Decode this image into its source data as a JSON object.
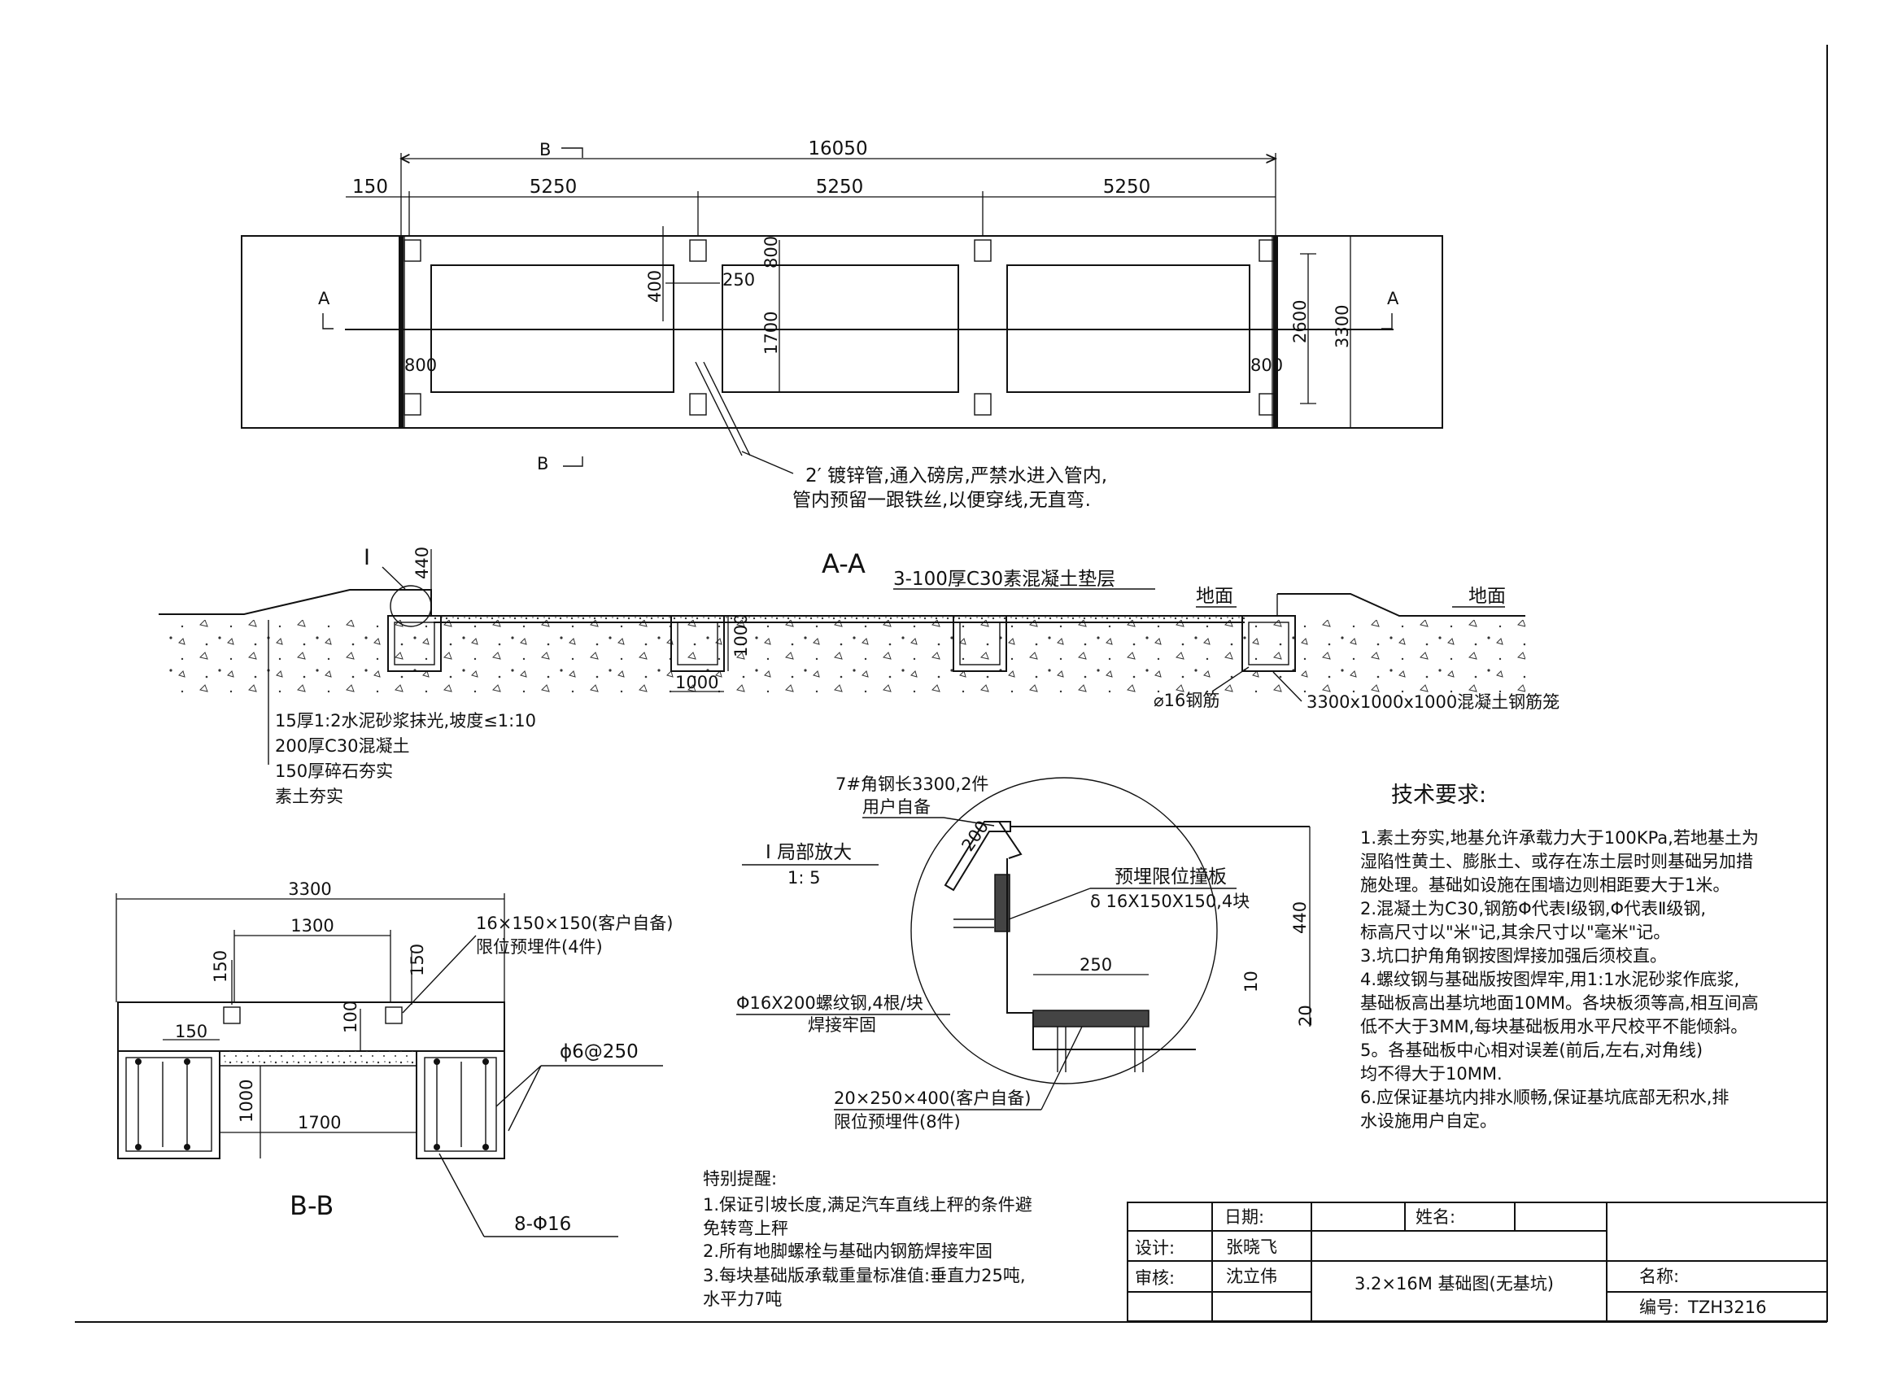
{
  "plan": {
    "dim_total": "16050",
    "dim_offset": "150",
    "dim_span1": "5250",
    "dim_span2": "5250",
    "dim_span3": "5250",
    "dim_400": "400",
    "dim_250": "250",
    "dim_800_top": "800",
    "dim_1700": "1700",
    "dim_800_left": "800",
    "dim_800_right": "800",
    "dim_2600": "2600",
    "dim_3300": "3300",
    "marker_b": "B",
    "marker_a": "A",
    "note_line1": "2′ 镀锌管,通入磅房,严禁水进入管内,",
    "note_line2": "管内预留一跟铁丝,以便穿线,无直弯."
  },
  "section_aa": {
    "title": "A-A",
    "detail_marker": "I",
    "dim_440": "440",
    "dim_1000_h": "1000",
    "dim_1000_w": "1000",
    "pad_label": "3-100厚C30素混凝土垫层",
    "ground_1": "地面",
    "ground_2": "地面",
    "rebar_label": "⌀16钢筋",
    "cage_label": "3300x1000x1000混凝土钢筋笼",
    "layers": [
      "15厚1:2水泥砂浆抹光,坡度≤1:10",
      "200厚C30混凝土",
      "150厚碎石夯实",
      "素土夯实"
    ]
  },
  "section_bb": {
    "title": "B-B",
    "dim_3300": "3300",
    "dim_1300": "1300",
    "dim_150_a": "150",
    "dim_150_b": "150",
    "dim_150_c": "150",
    "dim_100": "100",
    "dim_1000": "1000",
    "dim_1700": "1700",
    "embed_line1": "16×150×150(客户自备)",
    "embed_line2": "限位预埋件(4件)",
    "stirrup_label": "ϕ6@250",
    "rebar_label": "8-Φ16"
  },
  "detail": {
    "title": "I 局部放大",
    "scale": "1: 5",
    "angle_line1": "7#角钢长3300,2件",
    "angle_line2": "用户自备",
    "dim_200": "200",
    "plate_line1": "预埋限位撞板",
    "plate_line2": "δ 16X150X150,4块",
    "dim_440": "440",
    "dim_250": "250",
    "dim_10": "10",
    "dim_20": "20",
    "bolt_line1": "Φ16X200螺纹钢,4根/块",
    "bolt_line2": "焊接牢固",
    "embed_line1": "20×250×400(客户自备)",
    "embed_line2": "限位预埋件(8件)"
  },
  "requirements": {
    "heading": "技术要求:",
    "lines": [
      "1.素土夯实,地基允许承载力大于100KPa,若地基土为",
      "湿陷性黄土、膨胀土、或存在冻土层时则基础另加措",
      "施处理。基础如设施在围墙边则相距要大于1米。",
      "2.混凝土为C30,钢筋Φ代表Ⅰ级钢,Φ代表Ⅱ级钢,",
      "标高尺寸以\"米\"记,其余尺寸以\"毫米\"记。",
      "3.坑口护角角钢按图焊接加强后须校直。",
      "4.螺纹钢与基础版按图焊牢,用1:1水泥砂浆作底浆,",
      "基础板高出基坑地面10MM。各块板须等高,相互间高",
      "低不大于3MM,每块基础板用水平尺校平不能倾斜。",
      "5。各基础板中心相对误差(前后,左右,对角线)",
      "均不得大于10MM.",
      "6.应保证基坑内排水顺畅,保证基坑底部无积水,排",
      "水设施用户自定。"
    ]
  },
  "reminder": {
    "heading": "特别提醒:",
    "lines": [
      "1.保证引坡长度,满足汽车直线上秤的条件避",
      "免转弯上秤",
      "2.所有地脚螺栓与基础内钢筋焊接牢固",
      "3.每块基础版承载重量标准值:垂直力25吨,",
      "水平力7吨"
    ]
  },
  "title_block": {
    "date_label": "日期:",
    "name_label": "姓名:",
    "design_label": "设计:",
    "designer": "张晓飞",
    "review_label": "审核:",
    "reviewer": "沈立伟",
    "drawing_title": "3.2×16M 基础图(无基坑)",
    "title_label": "名称:",
    "number_label": "编号:",
    "number_value": "TZH3216"
  }
}
